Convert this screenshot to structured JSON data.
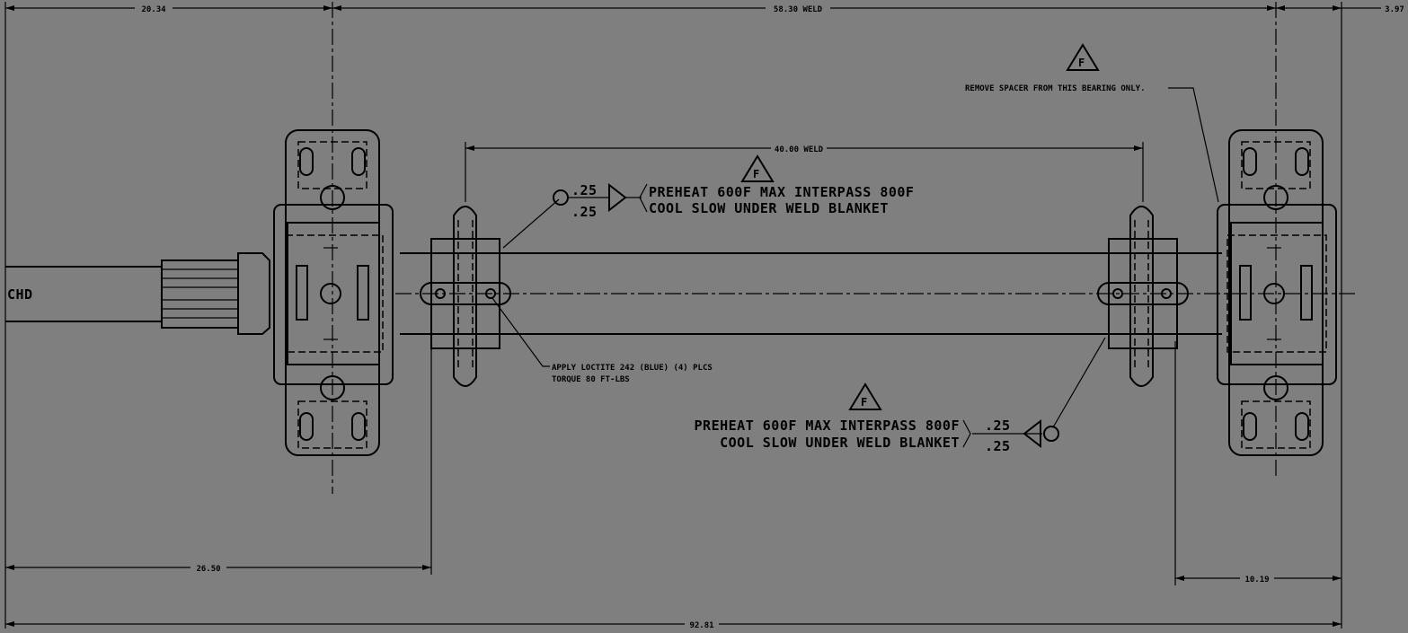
{
  "dimensions": {
    "top_left": "20.34",
    "top_center": "58.30 WELD",
    "top_right": "3.97",
    "inner_span": "40.00 WELD",
    "bottom_left": "26.50",
    "bottom_right": "10.19",
    "overall": "92.81"
  },
  "weld_upper": {
    "size_top": ".25",
    "size_bottom": ".25",
    "note_line1": "PREHEAT 600F MAX INTERPASS 800F",
    "note_line2": "COOL SLOW UNDER WELD BLANKET"
  },
  "weld_lower": {
    "size_top": ".25",
    "size_bottom": ".25",
    "note_line1": "PREHEAT 600F MAX INTERPASS 800F",
    "note_line2": "COOL SLOW UNDER WELD BLANKET"
  },
  "flags": {
    "upper": "F",
    "middle": "F",
    "lower": "F"
  },
  "notes": {
    "spacer": "REMOVE SPACER FROM THIS BEARING ONLY.",
    "loctite_line1": "APPLY LOCTITE 242 (BLUE) (4) PLCS",
    "loctite_line2": "TORQUE 80 FT-LBS"
  },
  "shaft_end_label": "CHD"
}
